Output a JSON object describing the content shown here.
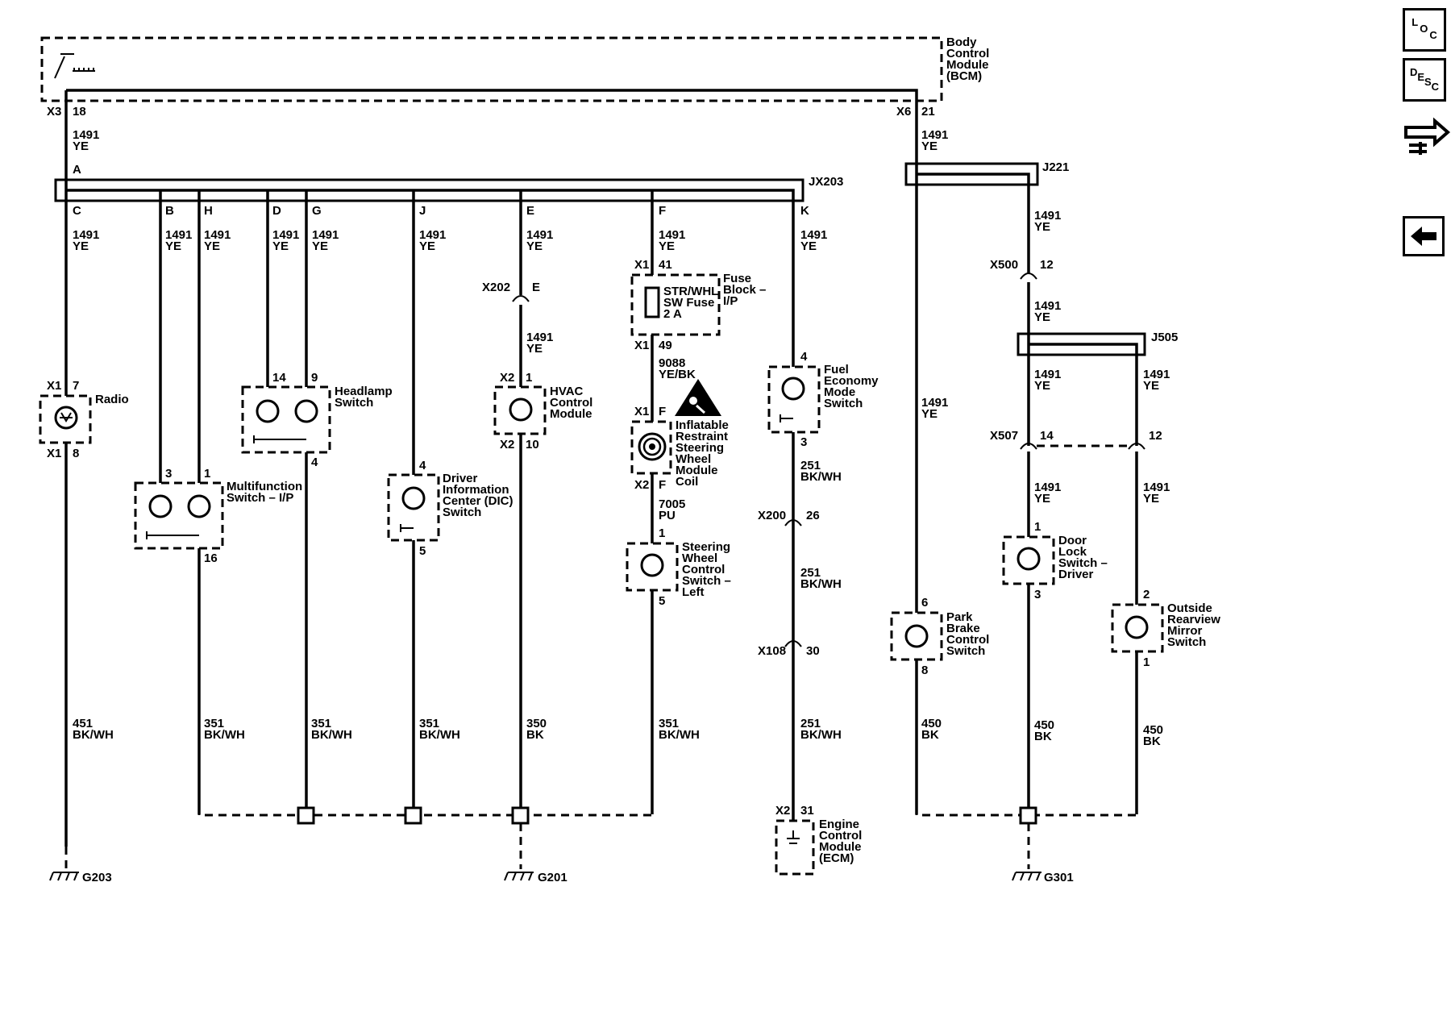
{
  "modules": {
    "bcm": "Body Control Module (BCM)",
    "radio": "Radio",
    "headlamp": "Headlamp Switch",
    "hvac": "HVAC Control Module",
    "fuse": "Fuse Block – I/P",
    "fuse_inner": "STR/WHL SW Fuse 2 A",
    "fuel": "Fuel Economy Mode Switch",
    "multifunction": "Multifunction Switch – I/P",
    "dic": "Driver Information Center (DIC) Switch",
    "airbag": "Inflatable Restraint Steering Wheel Module Coil",
    "steering": "Steering Wheel Control Switch – Left",
    "ecm": "Engine Control Module (ECM)",
    "park": "Park Brake Control Switch",
    "door": "Door Lock Switch – Driver",
    "mirror": "Outside Rearview Mirror Switch"
  },
  "connectors": {
    "x3": "X3",
    "x6": "X6",
    "jx203": "JX203",
    "j221": "J221",
    "j505": "J505",
    "x500": "X500",
    "x507": "X507",
    "x202": "X202",
    "x200": "X200",
    "x108": "X108",
    "x1": "X1",
    "x2": "X2"
  },
  "pins": {
    "p18": "18",
    "p21": "21",
    "A": "A",
    "C": "C",
    "B": "B",
    "H": "H",
    "D": "D",
    "G": "G",
    "J": "J",
    "E": "E",
    "F": "F",
    "K": "K",
    "p7": "7",
    "p8": "8",
    "p14": "14",
    "p9": "9",
    "p4": "4",
    "p3": "3",
    "p1": "1",
    "p16": "16",
    "p5": "5",
    "p10": "10",
    "p41": "41",
    "p49": "49",
    "p12": "12",
    "p26": "26",
    "p30": "30",
    "p31": "31",
    "p6": "6",
    "p2": "2"
  },
  "wires": {
    "c1491": "1491",
    "c9088": "9088",
    "c7005": "7005",
    "c251": "251",
    "c451": "451",
    "c351": "351",
    "c350": "350",
    "c450": "450",
    "ye": "YE",
    "yebk": "YE/BK",
    "pu": "PU",
    "bkwh": "BK/WH",
    "bk": "BK"
  },
  "grounds": {
    "g203": "G203",
    "g201": "G201",
    "g301": "G301"
  },
  "nav": {
    "loc": [
      "L",
      "O",
      "C"
    ],
    "desc": [
      "D",
      "E",
      "S",
      "C"
    ]
  }
}
